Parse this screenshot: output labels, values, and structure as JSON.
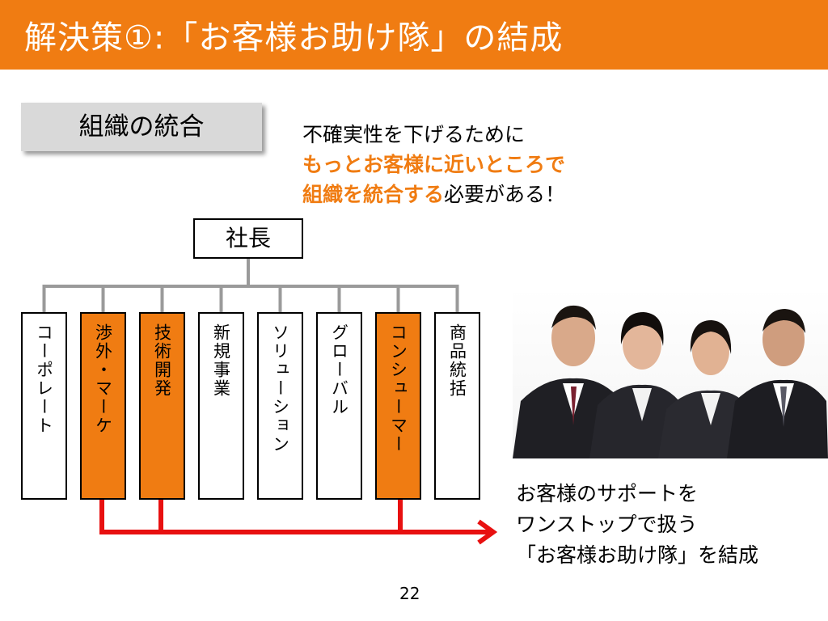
{
  "title": "解決策①:「お客様お助け隊」の結成",
  "section_label": "組織の統合",
  "note": {
    "line1": "不確実性を下げるために",
    "line2_orange": "もっとお客様に近いところで",
    "line3_orange": "組織を統合する",
    "line3_rest": "必要がある！"
  },
  "org": {
    "ceo": "社長",
    "departments": [
      {
        "label": "コーポレート",
        "highlight": false
      },
      {
        "label": "渉外・マーケ",
        "highlight": true
      },
      {
        "label": "技術開発",
        "highlight": true
      },
      {
        "label": "新規事業",
        "highlight": false
      },
      {
        "label": "ソリューション",
        "highlight": false
      },
      {
        "label": "グローバル",
        "highlight": false
      },
      {
        "label": "コンシューマー",
        "highlight": true
      },
      {
        "label": "商品統括",
        "highlight": false
      }
    ]
  },
  "caption": {
    "line1": "お客様のサポートを",
    "line2": "ワンストップで扱う",
    "line3": "「お客様お助け隊」を結成"
  },
  "page_number": "22",
  "colors": {
    "accent": "#f07c12",
    "connector": "#9a9a9a",
    "arrow": "#e81010",
    "section_box": "#d9d9d9"
  }
}
